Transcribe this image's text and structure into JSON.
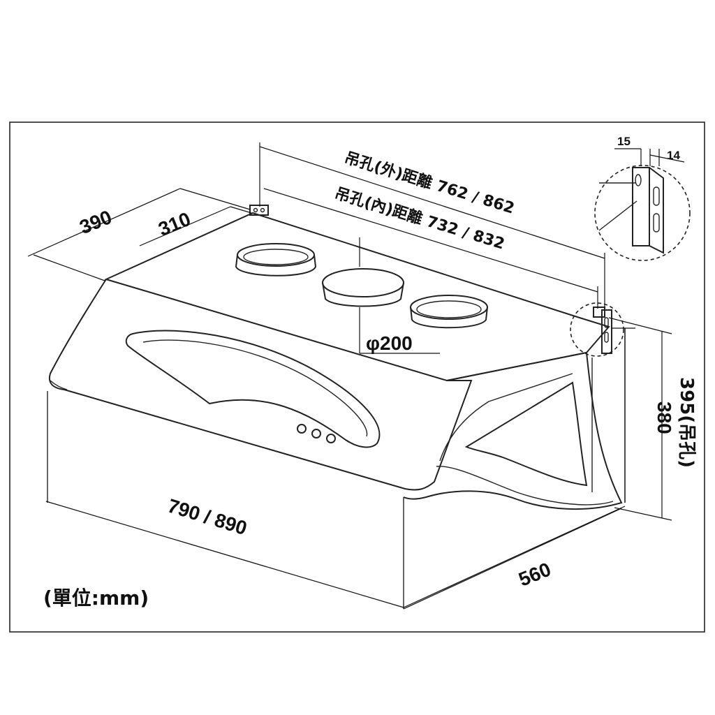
{
  "labels": {
    "depth_outer": "390",
    "depth_inner": "310",
    "hole_outer": "吊孔(外)距離 762 / 862",
    "hole_inner": "吊孔(內)距離 732 / 832",
    "duct_diameter": "φ200",
    "height_body": "380",
    "height_hanger": "395(吊孔)",
    "width": "790 / 890",
    "depth_bottom": "560",
    "detail_left": "15",
    "detail_right": "14",
    "unit_note": "(單位:mm)"
  }
}
